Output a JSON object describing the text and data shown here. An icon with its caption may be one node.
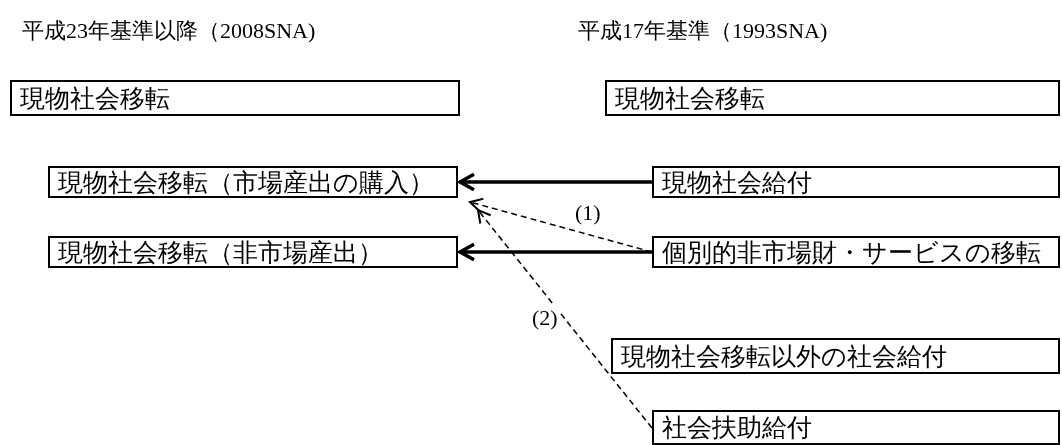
{
  "diagram": {
    "nodes": [
      {
        "text": [
          "現物社会移転"
        ]
      },
      {
        "text": [
          "現物社会移転（市場産出の購入）"
        ]
      },
      {
        "text": [
          "現物社会移転（非市場産出）"
        ]
      },
      {
        "text": [
          "現物社会移転"
        ]
      },
      {
        "text": [
          "現物社会給付"
        ]
      },
      {
        "text": [
          "個別的非市場財・サービスの移転"
        ]
      },
      {
        "text": [
          "現物社会移転以外の社会給付"
        ]
      },
      {
        "text": [
          "社会扶助給付"
        ]
      }
    ],
    "edges": [
      {
        "from": 4,
        "to": 1,
        "arrow": "to",
        "style": "thick"
      },
      {
        "from": 5,
        "to": 2,
        "arrow": "to",
        "style": "thick"
      },
      {
        "from": 5,
        "to": 1,
        "arrow": "to",
        "style": "dashed",
        "label": "(1)"
      },
      {
        "from": 7,
        "to": 1,
        "arrow": "to",
        "style": "dashed",
        "label": "(2)"
      }
    ],
    "labels": [
      "平成23年基準以降（2008SNA)",
      "平成17年基準（1993SNA)"
    ]
  }
}
